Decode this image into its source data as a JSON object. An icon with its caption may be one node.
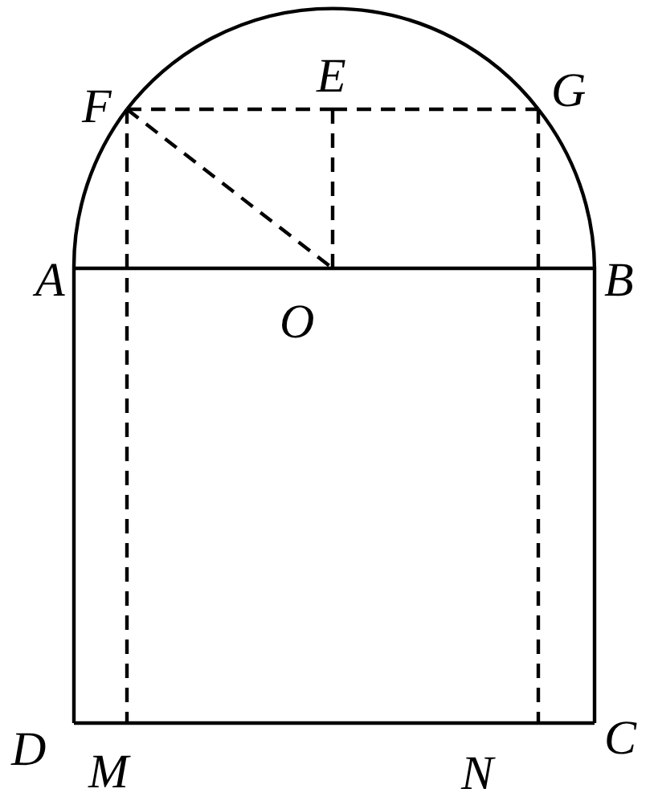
{
  "diagram": {
    "nodes": [
      {
        "text": [
          "F"
        ]
      },
      {
        "text": [
          "E"
        ]
      },
      {
        "text": [
          "G"
        ]
      },
      {
        "text": [
          "A"
        ]
      },
      {
        "text": [
          "O"
        ]
      },
      {
        "text": [
          "B"
        ]
      },
      {
        "text": [
          "D"
        ]
      },
      {
        "text": [
          "M"
        ]
      },
      {
        "text": [
          "N"
        ]
      },
      {
        "text": [
          "C"
        ]
      }
    ],
    "edges": [
      {
        "from": 3,
        "to": 0,
        "arrow": "none"
      },
      {
        "from": 0,
        "to": 2,
        "arrow": "none"
      },
      {
        "from": 2,
        "to": 5,
        "arrow": "none"
      },
      {
        "from": 0,
        "to": 1,
        "arrow": "none",
        "style": "dashed"
      },
      {
        "from": 1,
        "to": 2,
        "arrow": "none",
        "style": "dashed"
      },
      {
        "from": 0,
        "to": 4,
        "arrow": "none",
        "style": "dashed"
      },
      {
        "from": 1,
        "to": 4,
        "arrow": "none",
        "style": "dashed"
      },
      {
        "from": 0,
        "to": 7,
        "arrow": "none",
        "style": "dashed"
      },
      {
        "from": 2,
        "to": 8,
        "arrow": "none",
        "style": "dashed"
      },
      {
        "from": 3,
        "to": 4,
        "arrow": "none"
      },
      {
        "from": 4,
        "to": 5,
        "arrow": "none"
      },
      {
        "from": 3,
        "to": 6,
        "arrow": "none"
      },
      {
        "from": 6,
        "to": 7,
        "arrow": "none"
      },
      {
        "from": 7,
        "to": 8,
        "arrow": "none"
      },
      {
        "from": 8,
        "to": 9,
        "arrow": "none"
      },
      {
        "from": 9,
        "to": 5,
        "arrow": "none"
      }
    ]
  }
}
